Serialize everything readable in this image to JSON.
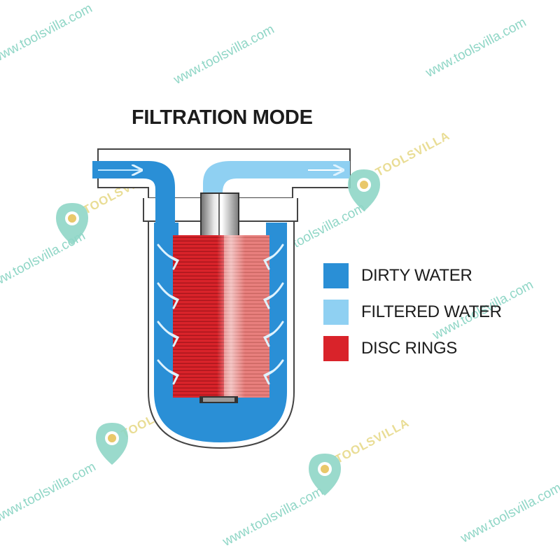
{
  "title": "FILTRATION MODE",
  "legend": [
    {
      "label": "DIRTY WATER",
      "color": "#2a8fd6"
    },
    {
      "label": "FILTERED WATER",
      "color": "#8fd0f2"
    },
    {
      "label": "DISC RINGS",
      "color": "#d9232a"
    }
  ],
  "watermark": {
    "url": "www.toolsvilla.com",
    "brand": "TOOLSVILLA"
  }
}
